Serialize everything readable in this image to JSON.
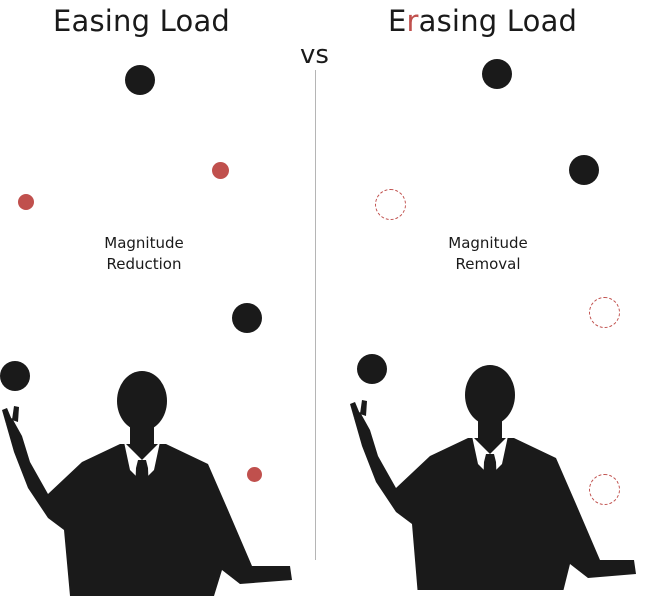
{
  "left_panel": {
    "title_plain": "Easing Load",
    "caption_line1": "Magnitude",
    "caption_line2": "Reduction"
  },
  "right_panel": {
    "title_first_letter": "E",
    "title_accent_letter": "r",
    "title_rest": "asing Load",
    "caption_line1": "Magnitude",
    "caption_line2": "Removal"
  },
  "center": {
    "vs_label": "vs"
  },
  "colors": {
    "ball_dark": "#1a1a1a",
    "ball_red": "#c0504d",
    "divider": "#b5b5b5"
  }
}
